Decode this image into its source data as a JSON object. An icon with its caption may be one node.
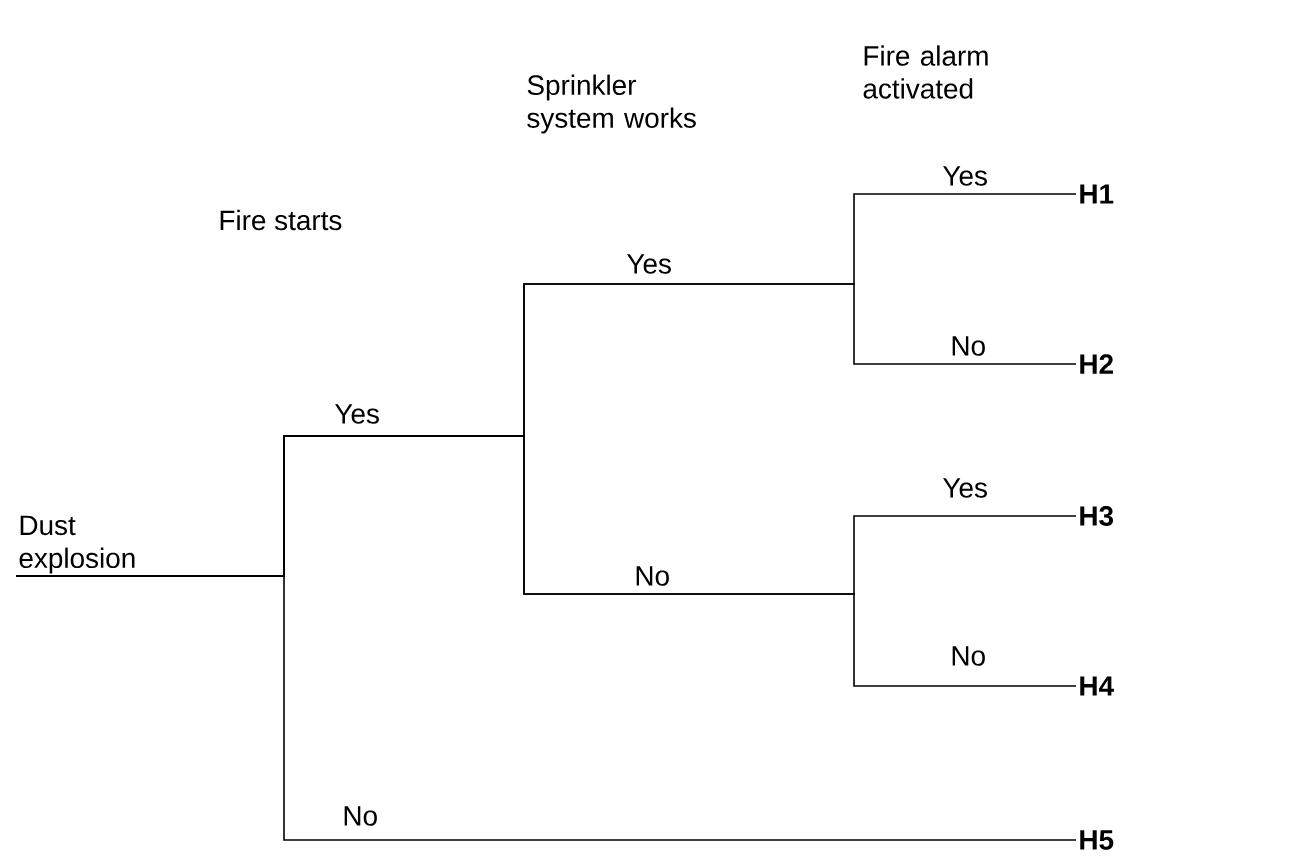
{
  "diagram": {
    "nodes": [
      {
        "text": [
          "Dust explosion"
        ]
      },
      {
        "text": [
          "**H1**"
        ]
      },
      {
        "text": [
          "**H2**"
        ]
      },
      {
        "text": [
          "**H3**"
        ]
      },
      {
        "text": [
          "**H4**"
        ]
      },
      {
        "text": [
          "**H5**"
        ]
      }
    ],
    "edges": [
      {
        "from": 0,
        "to": 1,
        "arrow": "none"
      },
      {
        "from": 0,
        "to": 2,
        "arrow": "none"
      },
      {
        "from": 0,
        "to": 3,
        "arrow": "none"
      },
      {
        "from": 0,
        "to": 4,
        "arrow": "none"
      },
      {
        "from": 0,
        "to": 5,
        "arrow": "none"
      }
    ],
    "labels": [
      "Fire alarm activated",
      "Sprinkler system works",
      "Yes",
      "Fire starts",
      "Yes",
      "No",
      "Yes",
      "Yes",
      "No",
      "No",
      "No"
    ]
  }
}
